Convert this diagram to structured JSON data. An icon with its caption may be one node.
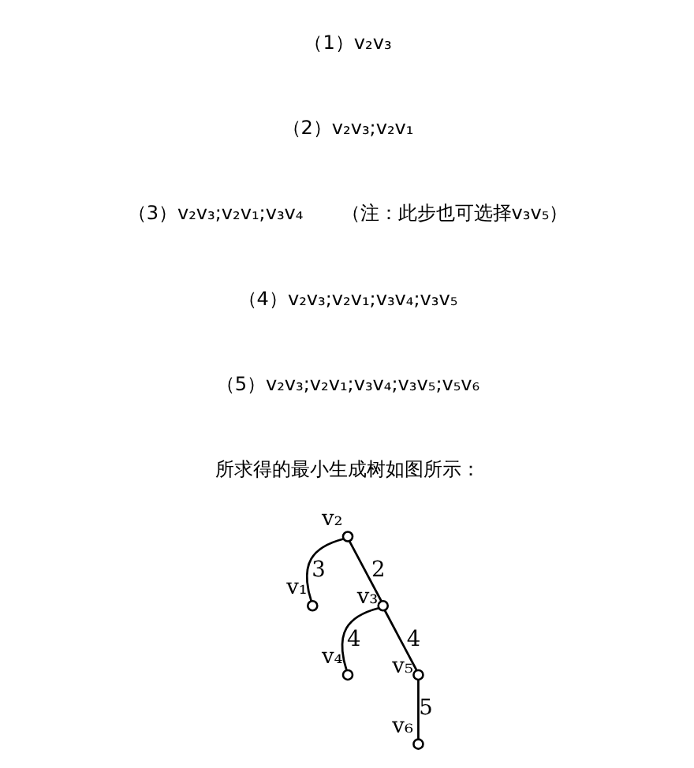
{
  "diagram": {
    "nodes": [
      {
        "text": [],
        "shape": "circle",
        "beside": [
          "v₂"
        ]
      },
      {
        "text": [],
        "shape": "circle",
        "beside": [
          "v₁"
        ]
      },
      {
        "text": [],
        "shape": "circle",
        "beside": [
          "v₃"
        ]
      },
      {
        "text": [],
        "shape": "circle",
        "beside": [
          "v₆"
        ]
      },
      {
        "text": [],
        "shape": "circle",
        "beside": [
          "v₄"
        ]
      },
      {
        "text": [],
        "shape": "circle",
        "beside": [
          "v₅"
        ]
      }
    ],
    "edges": [
      {
        "from": 0,
        "to": 1,
        "arrow": "none",
        "label": "3"
      },
      {
        "from": 0,
        "to": 2,
        "arrow": "none",
        "label": "2"
      },
      {
        "from": 2,
        "to": 4,
        "arrow": "none",
        "label": "4"
      },
      {
        "from": 2,
        "to": 5,
        "arrow": "none",
        "label": "4"
      },
      {
        "from": 5,
        "to": 3,
        "arrow": "none",
        "label": "5"
      }
    ],
    "labels": [
      "（1）v₂v₃",
      "（2）v₂v₃;v₂v₁",
      "（3）v₂v₃;v₂v₁;v₃v₄　　（注：此步也可选择v₃v₅）",
      "（4）v₂v₃;v₂v₁;v₃v₄;v₃v₅",
      "（5）v₂v₃;v₂v₁;v₃v₄;v₃v₅;v₅v₆",
      "所求得的最小生成树如图所示："
    ]
  }
}
